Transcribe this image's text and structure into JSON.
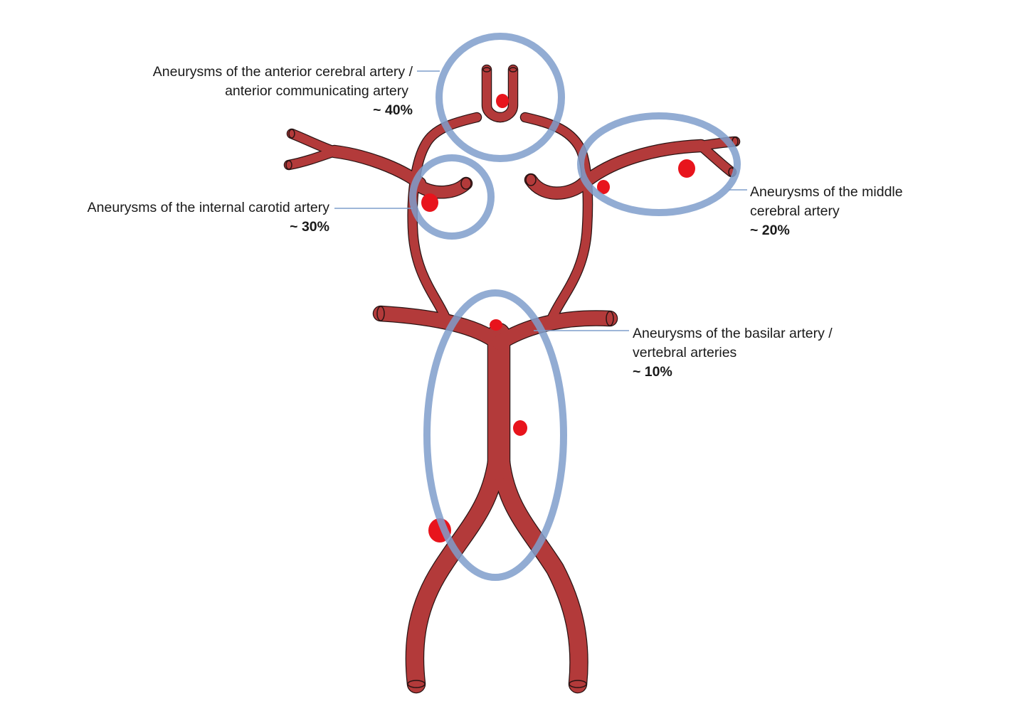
{
  "colors": {
    "artery": "#b33a3a",
    "artery_outline": "#2a1414",
    "aneurysm": "#e8141c",
    "highlight_ring": "#7f9ecb",
    "leader_line": "#7f9ecb",
    "text": "#1a1a1a"
  },
  "regions": [
    {
      "id": "aca",
      "line1": "Aneurysms of the anterior cerebral artery /",
      "line2": "anterior communicating artery",
      "percent": "~ 40%"
    },
    {
      "id": "ica",
      "line1": "Aneurysms of the internal carotid artery",
      "line2": "",
      "percent": "~ 30%"
    },
    {
      "id": "mca",
      "line1": "Aneurysms of the middle",
      "line2": "cerebral artery",
      "percent": "~ 20%"
    },
    {
      "id": "basilar",
      "line1": "Aneurysms of the basilar artery /",
      "line2": "vertebral arteries",
      "percent": "~ 10%"
    }
  ]
}
